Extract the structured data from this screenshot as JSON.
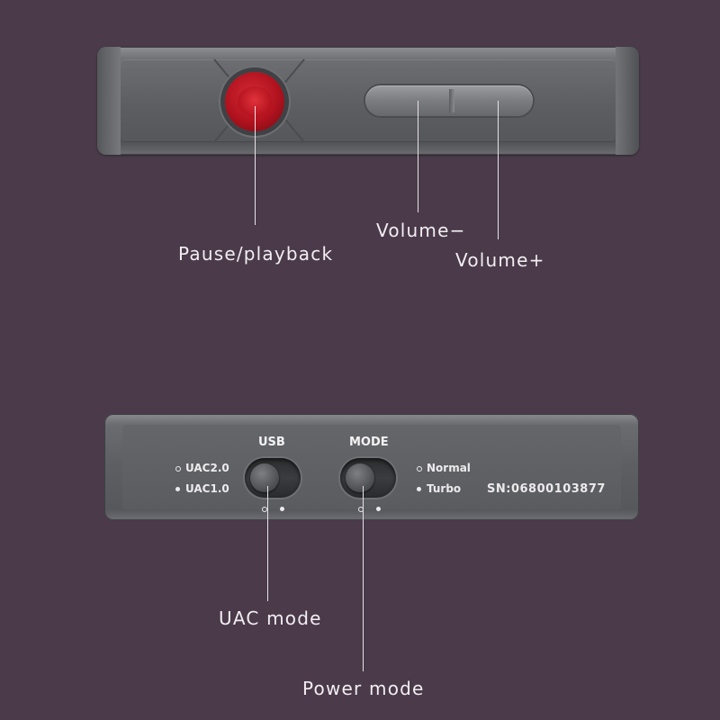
{
  "top_device": {
    "callouts": {
      "pause": "Pause/playback",
      "vol_down": "Volume−",
      "vol_up": "Volume+"
    }
  },
  "bottom_device": {
    "usb_header": "USB",
    "mode_header": "MODE",
    "usb_options": [
      "UAC2.0",
      "UAC1.0"
    ],
    "mode_options": [
      "Normal",
      "Turbo"
    ],
    "serial": "SN:06800103877",
    "callouts": {
      "uac": "UAC mode",
      "power": "Power mode"
    }
  },
  "colors": {
    "background": "#4a3a4a",
    "accent_red": "#b0121e",
    "body_gray": "#5c5e62"
  }
}
